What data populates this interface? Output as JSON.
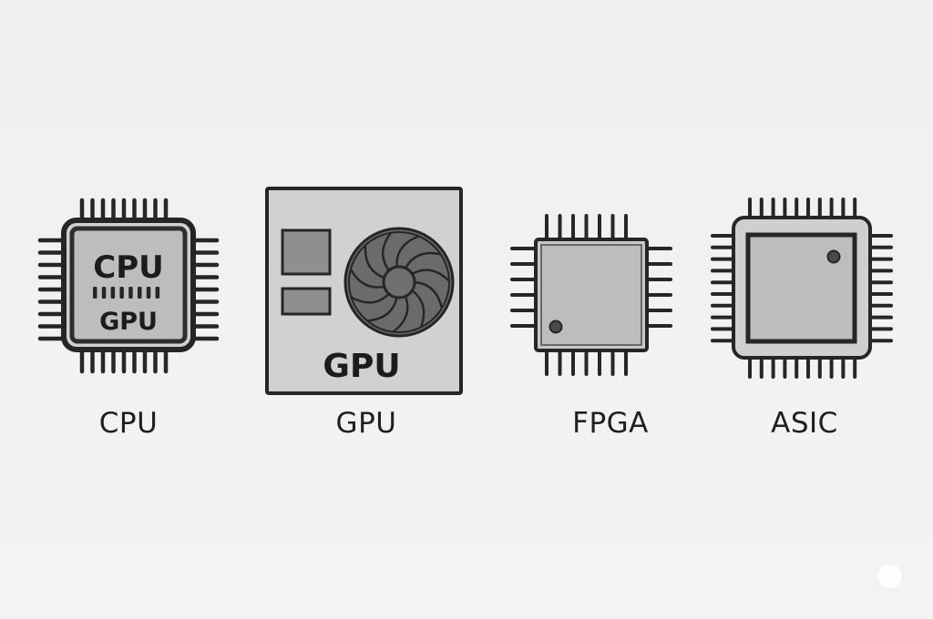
{
  "colors": {
    "background": "#f1f1f1",
    "outline": "#262626",
    "chip_fill": "#c4c4c4",
    "die_fill": "#bcbcbc",
    "fan_fill": "#6d6d6d",
    "module_fill": "#8f8f8f",
    "text": "#1f1f1f"
  },
  "chips": [
    {
      "id": "cpu",
      "icon": "cpu-chip-icon",
      "label": "CPU",
      "die_text_top": "CPU",
      "die_text_bottom": "GPU"
    },
    {
      "id": "gpu",
      "icon": "gpu-card-icon",
      "label": "GPU",
      "card_text": "GPU"
    },
    {
      "id": "fpga",
      "icon": "fpga-chip-icon",
      "label": "FPGA"
    },
    {
      "id": "asic",
      "icon": "asic-chip-icon",
      "label": "ASIC"
    }
  ]
}
